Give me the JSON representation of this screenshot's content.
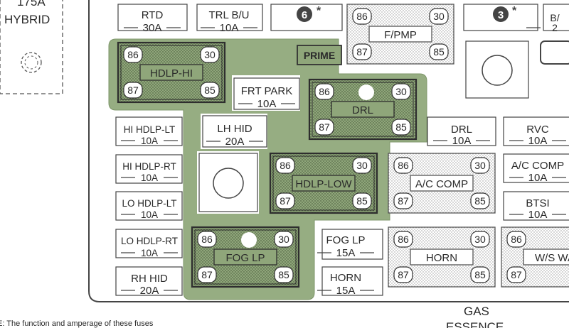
{
  "title_block": {
    "line1": "175A",
    "line2": "HYBRID"
  },
  "fuses": [
    {
      "id": "rtd",
      "name": "RTD",
      "amp": "30A"
    },
    {
      "id": "trl-bu",
      "name": "TRL B/U",
      "amp": "10A"
    },
    {
      "id": "frt-park",
      "name": "FRT PARK",
      "amp": "10A"
    },
    {
      "id": "hi-hdlp-lt",
      "name": "HI HDLP-LT",
      "amp": "10A"
    },
    {
      "id": "lh-hid",
      "name": "LH HID",
      "amp": "20A"
    },
    {
      "id": "hi-hdlp-rt",
      "name": "HI HDLP-RT",
      "amp": "10A"
    },
    {
      "id": "lo-hdlp-lt",
      "name": "LO HDLP-LT",
      "amp": "10A"
    },
    {
      "id": "lo-hdlp-rt",
      "name": "LO HDLP-RT",
      "amp": "10A"
    },
    {
      "id": "rh-hid",
      "name": "RH HID",
      "amp": "20A"
    },
    {
      "id": "fog-lp",
      "name": "FOG LP",
      "amp": "15A"
    },
    {
      "id": "horn-fuse",
      "name": "HORN",
      "amp": "15A"
    },
    {
      "id": "drl-fuse",
      "name": "DRL",
      "amp": "10A"
    },
    {
      "id": "rvc",
      "name": "RVC",
      "amp": "10A"
    },
    {
      "id": "ac-comp-fuse",
      "name": "A/C COMP",
      "amp": "10A"
    },
    {
      "id": "btsi",
      "name": "BTSI",
      "amp": "10A"
    },
    {
      "id": "b-partial",
      "name": "B/",
      "amp": "2"
    }
  ],
  "relays": [
    {
      "id": "hdlp-hi",
      "name": "HDLP-HI",
      "p86": "86",
      "p30": "30",
      "p87": "87",
      "p85": "85"
    },
    {
      "id": "drl",
      "name": "DRL",
      "p86": "86",
      "p30": "30",
      "p87": "87",
      "p85": "85"
    },
    {
      "id": "hdlp-low",
      "name": "HDLP-LOW",
      "p86": "86",
      "p30": "30",
      "p87": "87",
      "p85": "85"
    },
    {
      "id": "fog-lp",
      "name": "FOG LP",
      "p86": "86",
      "p30": "30",
      "p87": "87",
      "p85": "85"
    },
    {
      "id": "f-pmp",
      "name": "F/PMP",
      "p86": "86",
      "p30": "30",
      "p87": "87",
      "p85": "85"
    },
    {
      "id": "ac-comp",
      "name": "A/C COMP",
      "p86": "86",
      "p30": "30",
      "p87": "87",
      "p85": "85"
    },
    {
      "id": "horn",
      "name": "HORN",
      "p86": "86",
      "p30": "30",
      "p87": "87",
      "p85": "85"
    },
    {
      "id": "ws-wash",
      "name": "W/S WA",
      "p86": "86",
      "p30": "",
      "p87": "87",
      "p85": ""
    }
  ],
  "prime_label": "PRIME",
  "markers": {
    "six": "6",
    "three": "3",
    "star": "*"
  },
  "footer": {
    "note": "E: The function and amperage of these fuses",
    "gas": "GAS",
    "essence": "ESSENCE"
  },
  "colors": {
    "highlight": "#96ad82",
    "highlight_edge": "#6f8a5c",
    "relay_dark": "#3a3a3a",
    "line": "#3a3a3a"
  }
}
